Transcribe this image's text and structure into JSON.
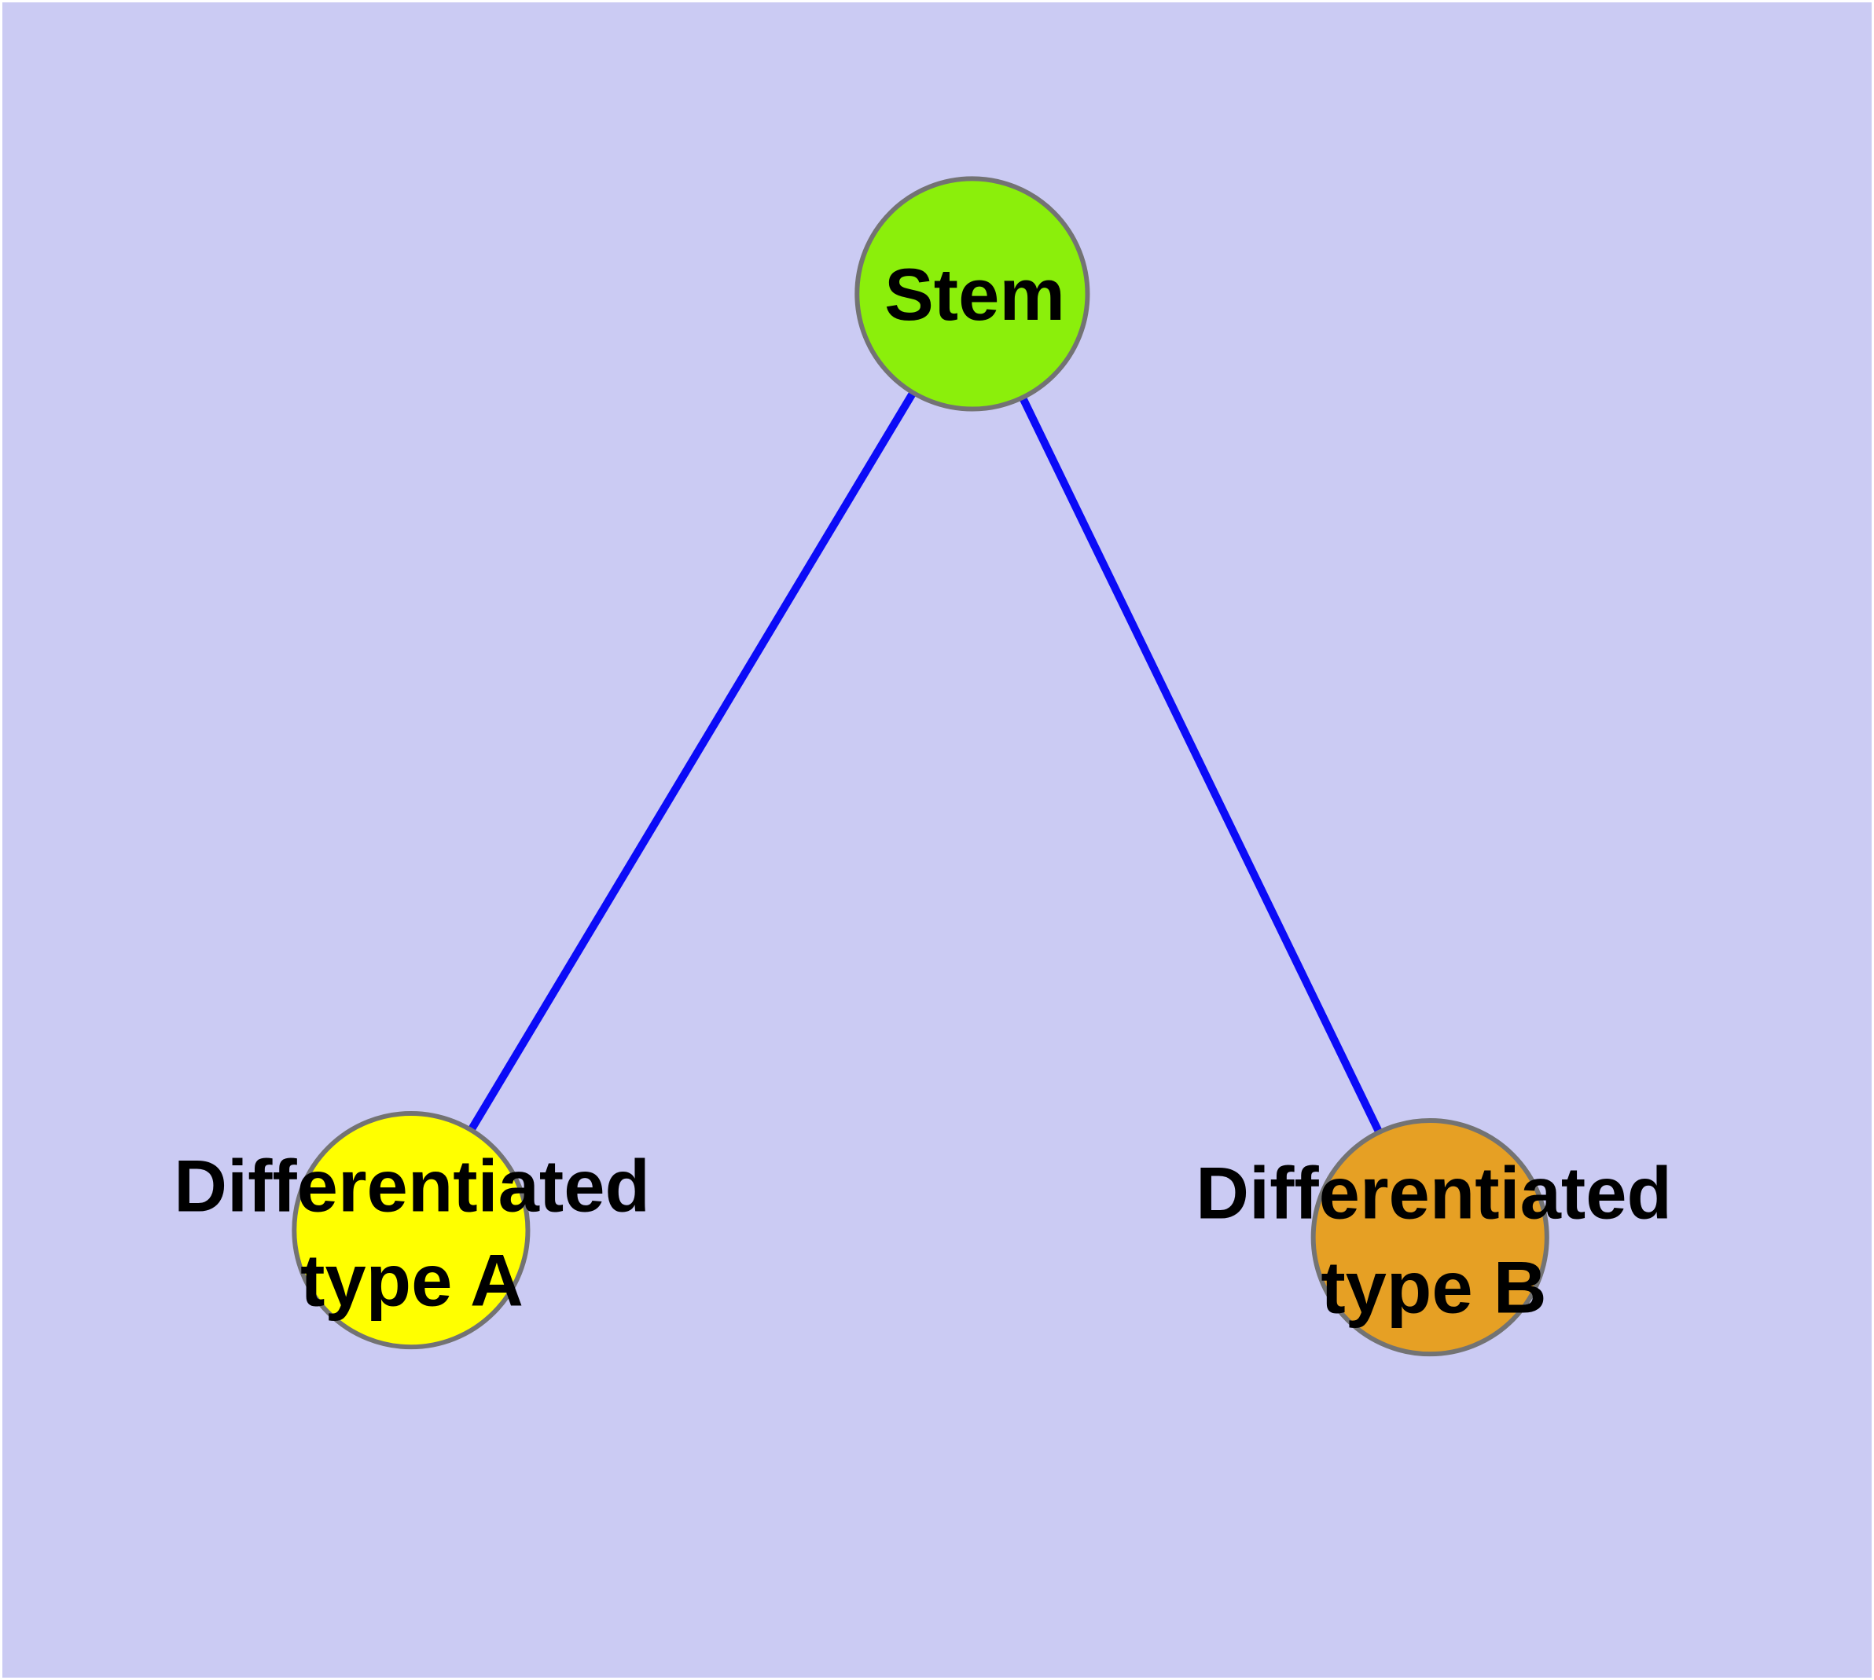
{
  "diagram": {
    "type": "node-link-graph",
    "background_color": "#CBCBF3",
    "margin_color": "#FFFFFF",
    "edge_color": "#0B0BF7",
    "node_border_color": "#737373",
    "label_color": "#000000",
    "nodes": [
      {
        "id": "stem",
        "label": "Stem",
        "fill": "#8BEF0B"
      },
      {
        "id": "differentiated-type-a",
        "label": "Differentiated\ntype A",
        "fill": "#FFFF00"
      },
      {
        "id": "differentiated-type-b",
        "label": "Differentiated\ntype B",
        "fill": "#E6A024"
      }
    ],
    "edges": [
      {
        "from": "stem",
        "to": "differentiated-type-a"
      },
      {
        "from": "stem",
        "to": "differentiated-type-b"
      }
    ]
  }
}
